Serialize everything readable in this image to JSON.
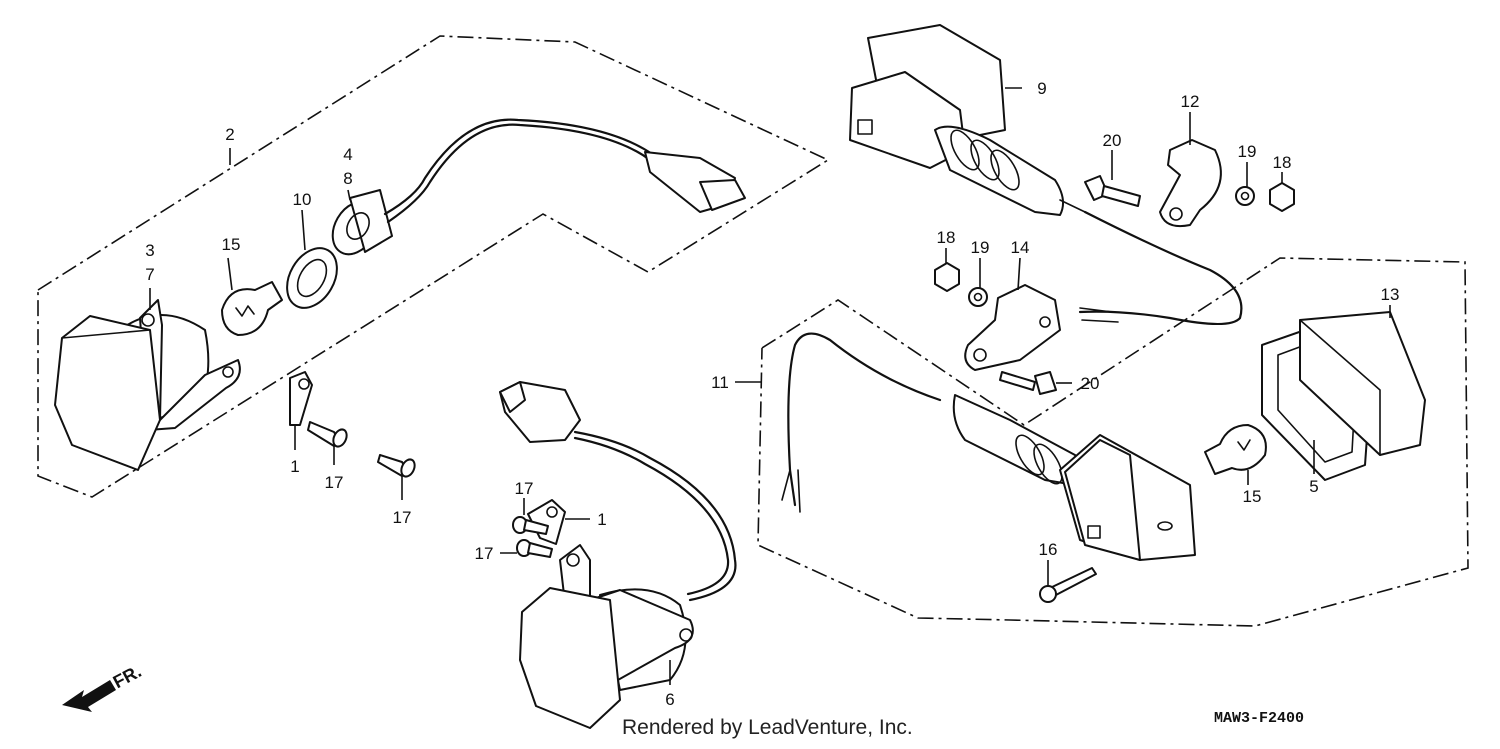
{
  "callouts": {
    "c1a": "1",
    "c1b": "1",
    "c2": "2",
    "c3": "3",
    "c4": "4",
    "c5": "5",
    "c6": "6",
    "c7": "7",
    "c8": "8",
    "c9": "9",
    "c10": "10",
    "c11": "11",
    "c12": "12",
    "c13": "13",
    "c14": "14",
    "c15a": "15",
    "c15b": "15",
    "c16": "16",
    "c17a": "17",
    "c17b": "17",
    "c17c": "17",
    "c17d": "17",
    "c18a": "18",
    "c18b": "18",
    "c19a": "19",
    "c19b": "19",
    "c20a": "20",
    "c20b": "20"
  },
  "direction_label": "FR.",
  "credit": "Rendered by LeadVenture, Inc.",
  "diagram_code": "MAW3-F2400"
}
